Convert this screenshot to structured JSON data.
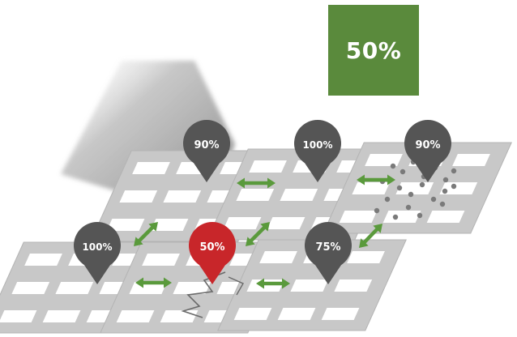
{
  "headline": {
    "value": "50%",
    "color": "#5a8a3c"
  },
  "colors": {
    "tile": "#c8c8c8",
    "tile_edge": "#b4b4b4",
    "window": "#ffffff",
    "pin_normal": "#555555",
    "pin_highlight": "#c8262a",
    "arrow": "#5a9a3c",
    "dot": "#7a7a7a"
  },
  "nodes": [
    {
      "id": "node-1",
      "label": "90%",
      "highlight": false,
      "state": "normal"
    },
    {
      "id": "node-2",
      "label": "100%",
      "highlight": false,
      "state": "normal"
    },
    {
      "id": "node-3",
      "label": "90%",
      "highlight": false,
      "state": "scattered"
    },
    {
      "id": "node-4",
      "label": "100%",
      "highlight": false,
      "state": "normal"
    },
    {
      "id": "node-5",
      "label": "50%",
      "highlight": true,
      "state": "cracked"
    },
    {
      "id": "node-6",
      "label": "75%",
      "highlight": false,
      "state": "normal"
    }
  ],
  "links": [
    {
      "from": "node-1",
      "to": "node-2"
    },
    {
      "from": "node-2",
      "to": "node-3"
    },
    {
      "from": "node-1",
      "to": "node-4"
    },
    {
      "from": "node-2",
      "to": "node-5"
    },
    {
      "from": "node-3",
      "to": "node-6"
    },
    {
      "from": "node-4",
      "to": "node-5"
    },
    {
      "from": "node-5",
      "to": "node-6"
    }
  ]
}
